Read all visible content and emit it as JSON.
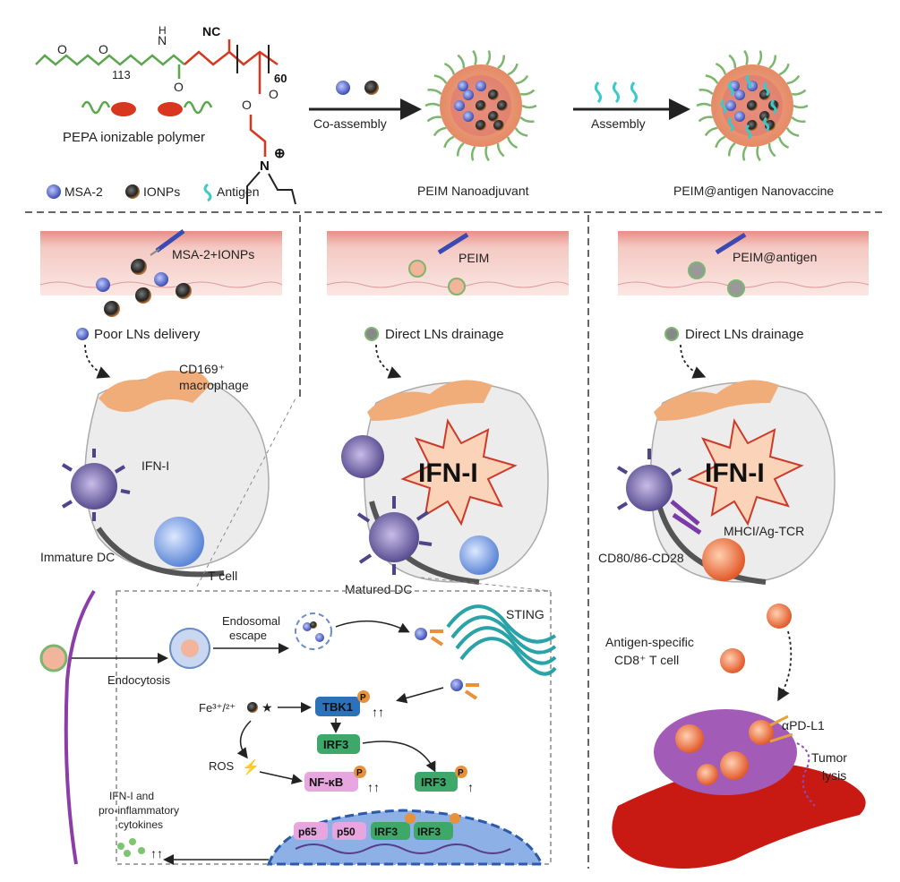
{
  "top": {
    "polymer": {
      "subscript_113": "113",
      "subscript_60": "60",
      "nc": "NC",
      "plus": "⊕",
      "n_label": "N",
      "nh_label": "N",
      "h_label": "H",
      "o_labels": [
        "O",
        "O",
        "O",
        "O",
        "O"
      ],
      "caption": "PEPA ionizable polymer"
    },
    "legend": {
      "msa2": "MSA-2",
      "ionps": "IONPs",
      "antigen": "Antigen"
    },
    "arrow1_label": "Co-assembly",
    "arrow2_label": "Assembly",
    "nanoadjuvant_label": "PEIM Nanoadjuvant",
    "nanovaccine_label": "PEIM@antigen Nanovaccine"
  },
  "panels": {
    "left": {
      "injection_label": "MSA-2+IONPs",
      "delivery_label": "Poor LNs delivery",
      "macrophage_label_1": "CD169⁺",
      "macrophage_label_2": "macrophage",
      "ifn_label": "IFN-I",
      "dc_label": "Immature DC",
      "tcell_label": "T cell"
    },
    "middle": {
      "injection_label": "PEIM",
      "delivery_label": "Direct LNs drainage",
      "ifn_label": "IFN-I",
      "dc_label": "Matured DC"
    },
    "right": {
      "injection_label": "PEIM@antigen",
      "delivery_label": "Direct LNs drainage",
      "ifn_label": "IFN-I",
      "mhc_label": "MHCI/Ag-TCR",
      "cd80_label": "CD80/86-CD28",
      "tcell_label_1": "Antigen-specific",
      "tcell_label_2": "CD8⁺ T cell",
      "pdl1_label": "αPD-L1",
      "tumor_label_1": "Tumor",
      "tumor_label_2": "lysis"
    }
  },
  "mechanism": {
    "endocytosis": "Endocytosis",
    "escape_1": "Endosomal",
    "escape_2": "escape",
    "sting": "STING",
    "fe": "Fe³⁺/²⁺",
    "tbk1": "TBK1",
    "irf3": "IRF3",
    "irf3_p": "IRF3",
    "ros": "ROS",
    "nfkb": "NF-κB",
    "p_label": "P",
    "output_1": "IFN-I and",
    "output_2": "pro-inflammatory",
    "output_3": "cytokines",
    "nuclear": [
      "p65",
      "p50",
      "IRF3",
      "IRF3"
    ]
  },
  "colors": {
    "peg_green": "#5aa84a",
    "polymer_red": "#d9361f",
    "msa2_blue": "#5b6ec9",
    "skin_pink": "#f4c9c3",
    "dc_purple": "#7a6aa8",
    "tcell_blue": "#7fa6e6",
    "orange_mac": "#f0ad7a",
    "ifn_fill": "#fbd3b8"
  }
}
